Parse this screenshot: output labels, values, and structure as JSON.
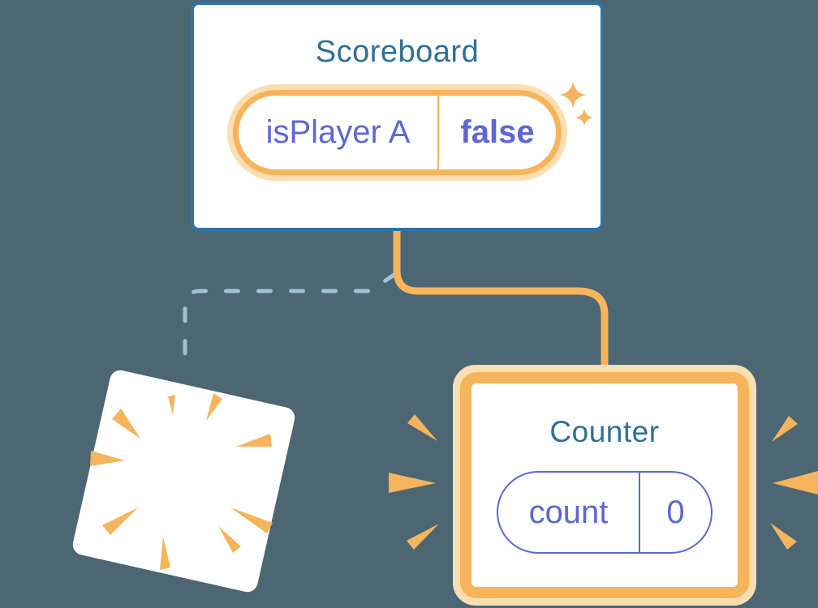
{
  "scoreboard": {
    "title": "Scoreboard",
    "state": {
      "key": "isPlayer A",
      "value": "false"
    }
  },
  "counter": {
    "title": "Counter",
    "state": {
      "key": "count",
      "value": "0"
    }
  },
  "icons": {
    "sparkles": "sparkle-icon",
    "poof": "poof-burst-icon",
    "burst_left": "burst-rays-icon",
    "burst_right": "burst-rays-icon"
  },
  "connections": {
    "solid": "scoreboard-to-counter",
    "dashed": "scoreboard-to-removed-component"
  },
  "colors": {
    "background": "#4C6673",
    "card_background": "#FFFFFF",
    "card_border_blue": "#2E73A5",
    "title_text": "#2F6F97",
    "highlight_orange": "#F6B45C",
    "highlight_glow": "#FBDFB2",
    "state_text_purple": "#5E66D6",
    "dashed_line_blue": "#A3C2D8"
  }
}
